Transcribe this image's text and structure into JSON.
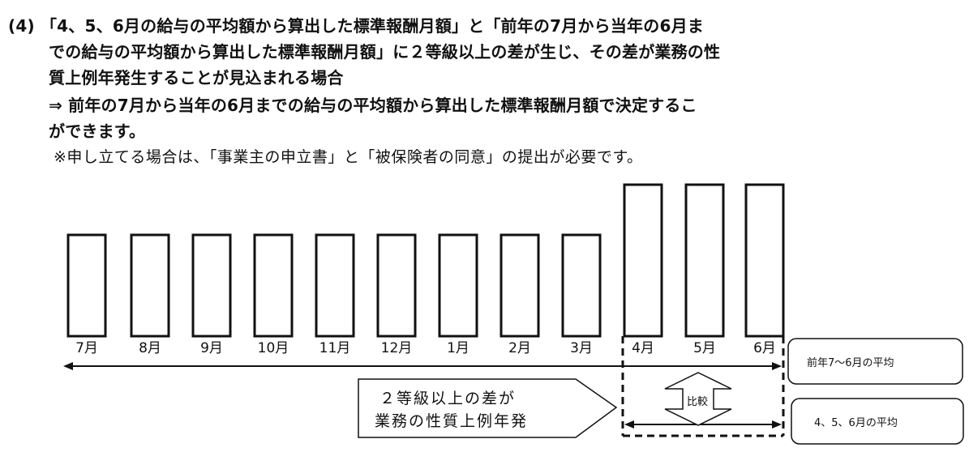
{
  "heading": {
    "number": "(4)",
    "line1": "「4、5、6月の給与の平均額から算出した標準報酬月額」と「前年の7月から当年の6月ま",
    "line2": "での給与の平均額から算出した標準報酬月額」に２等級以上の差が生じ、その差が業務の性",
    "line3": "質上例年発生することが見込まれる場合",
    "line4": "⇒ 前年の7月から当年の6月までの給与の平均額から算出した標準報酬月額で決定するこ",
    "line5": "ができます。",
    "note": "※申し立てる場合は、「事業主の申立書」と「被保険者の同意」の提出が必要です。"
  },
  "diagram": {
    "months": [
      "7月",
      "8月",
      "9月",
      "10月",
      "11月",
      "12月",
      "1月",
      "2月",
      "3月",
      "4月",
      "5月",
      "6月"
    ],
    "callout_line1": "２等級以上の差が",
    "callout_line2": "業務の性質上例年発",
    "compare_label": "比較",
    "box_year_avg": "前年7〜6月の平均",
    "box_q_avg": "4、5、6月の平均"
  }
}
